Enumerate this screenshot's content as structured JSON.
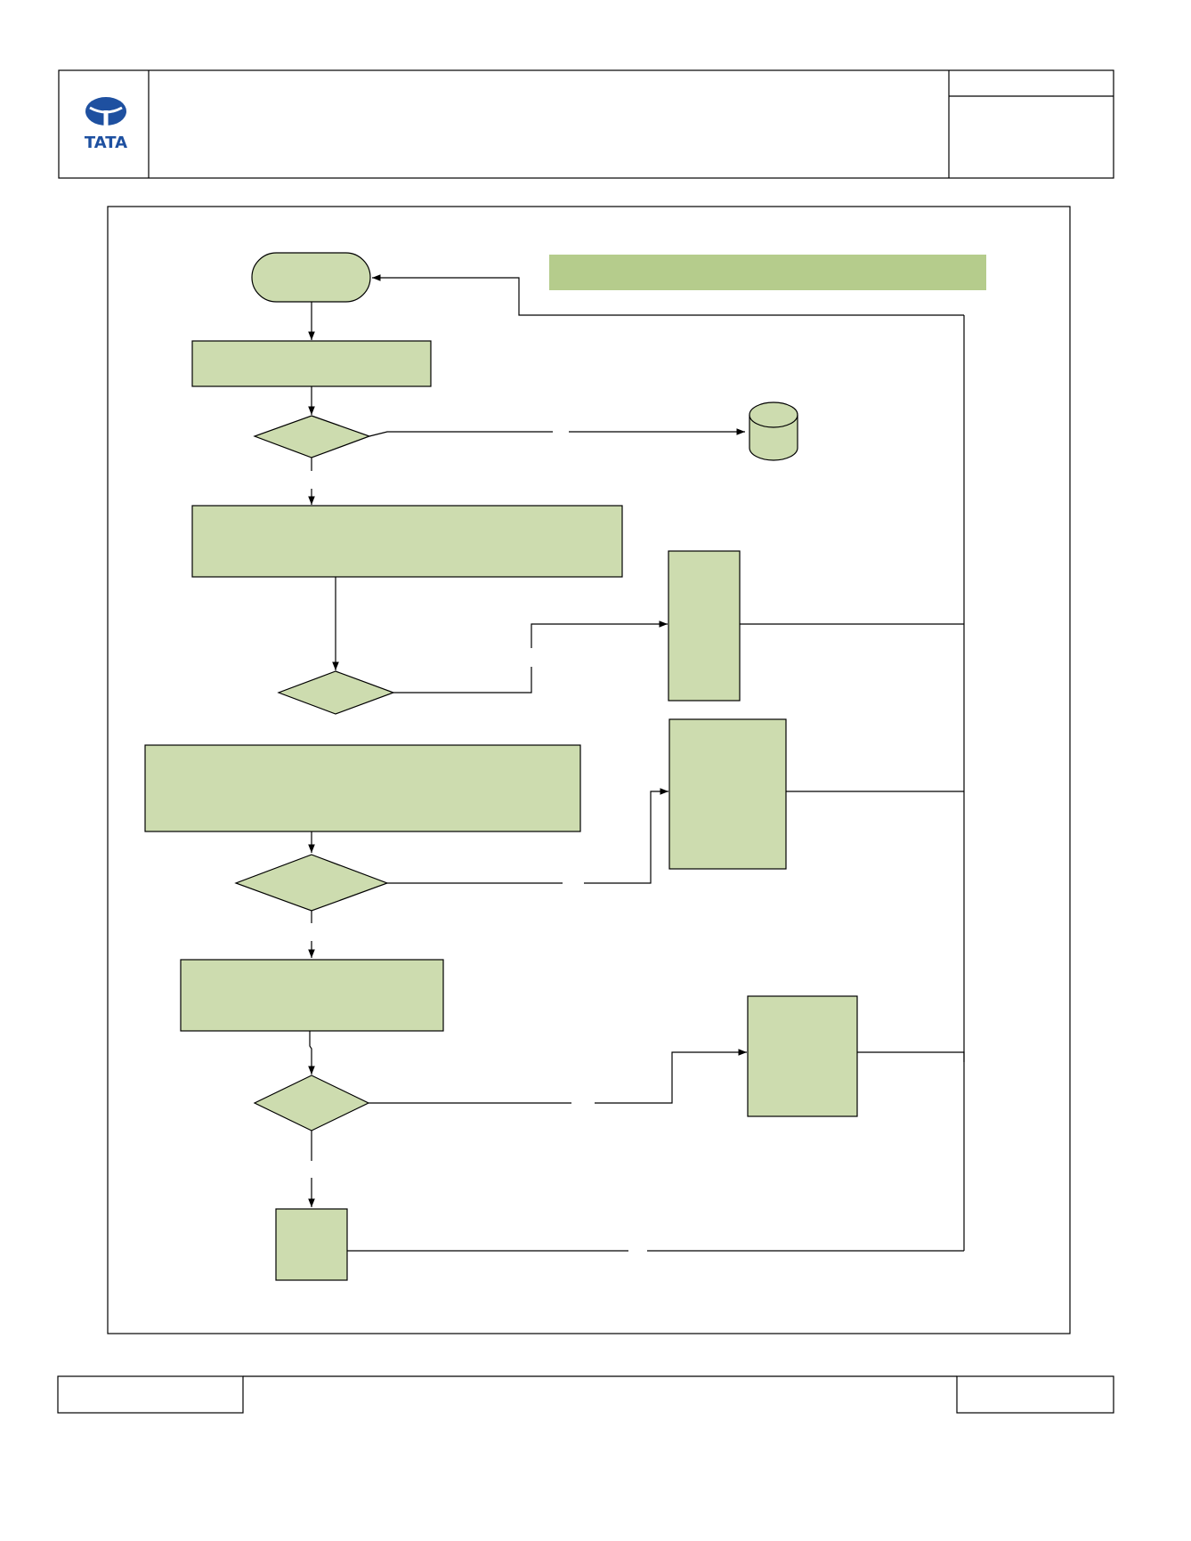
{
  "header": {
    "logo_text": "TATA",
    "title": "",
    "doc_ref_top": "",
    "doc_ref_bottom": ""
  },
  "footer": {
    "left": "",
    "center": "",
    "right": ""
  },
  "colors": {
    "node_fill": "#cddcaf",
    "banner_fill": "#b5cc8c",
    "logo_blue": "#1e50a0",
    "line": "#000000"
  },
  "flowchart": {
    "banner": "",
    "nodes": [
      {
        "id": "start",
        "shape": "terminator",
        "label": ""
      },
      {
        "id": "process-1",
        "shape": "process",
        "label": ""
      },
      {
        "id": "decision-1",
        "shape": "decision",
        "label": ""
      },
      {
        "id": "store",
        "shape": "cylinder",
        "label": ""
      },
      {
        "id": "process-2",
        "shape": "process",
        "label": ""
      },
      {
        "id": "decision-2",
        "shape": "decision",
        "label": ""
      },
      {
        "id": "side-box-1",
        "shape": "process",
        "label": ""
      },
      {
        "id": "process-3",
        "shape": "process",
        "label": ""
      },
      {
        "id": "side-box-2",
        "shape": "process",
        "label": ""
      },
      {
        "id": "decision-3",
        "shape": "decision",
        "label": ""
      },
      {
        "id": "process-4",
        "shape": "process",
        "label": ""
      },
      {
        "id": "decision-4",
        "shape": "decision",
        "label": ""
      },
      {
        "id": "side-box-3",
        "shape": "process",
        "label": ""
      },
      {
        "id": "end-box",
        "shape": "process",
        "label": ""
      }
    ],
    "edges": [
      {
        "from": "start",
        "to": "process-1",
        "label": ""
      },
      {
        "from": "process-1",
        "to": "decision-1",
        "label": ""
      },
      {
        "from": "decision-1",
        "to": "store",
        "label": ""
      },
      {
        "from": "decision-1",
        "to": "process-2",
        "label": ""
      },
      {
        "from": "process-2",
        "to": "decision-2",
        "label": ""
      },
      {
        "from": "decision-2",
        "to": "side-box-1",
        "label": ""
      },
      {
        "from": "process-3",
        "to": "decision-3",
        "label": ""
      },
      {
        "from": "decision-3",
        "to": "side-box-2",
        "label": ""
      },
      {
        "from": "decision-3",
        "to": "process-4",
        "label": ""
      },
      {
        "from": "process-4",
        "to": "decision-4",
        "label": ""
      },
      {
        "from": "decision-4",
        "to": "side-box-3",
        "label": ""
      },
      {
        "from": "decision-4",
        "to": "end-box",
        "label": ""
      },
      {
        "from": "side-box-1",
        "to": "start",
        "label": ""
      },
      {
        "from": "side-box-2",
        "to": "start",
        "label": ""
      },
      {
        "from": "side-box-3",
        "to": "start",
        "label": ""
      },
      {
        "from": "end-box",
        "to": "start",
        "label": ""
      }
    ]
  }
}
